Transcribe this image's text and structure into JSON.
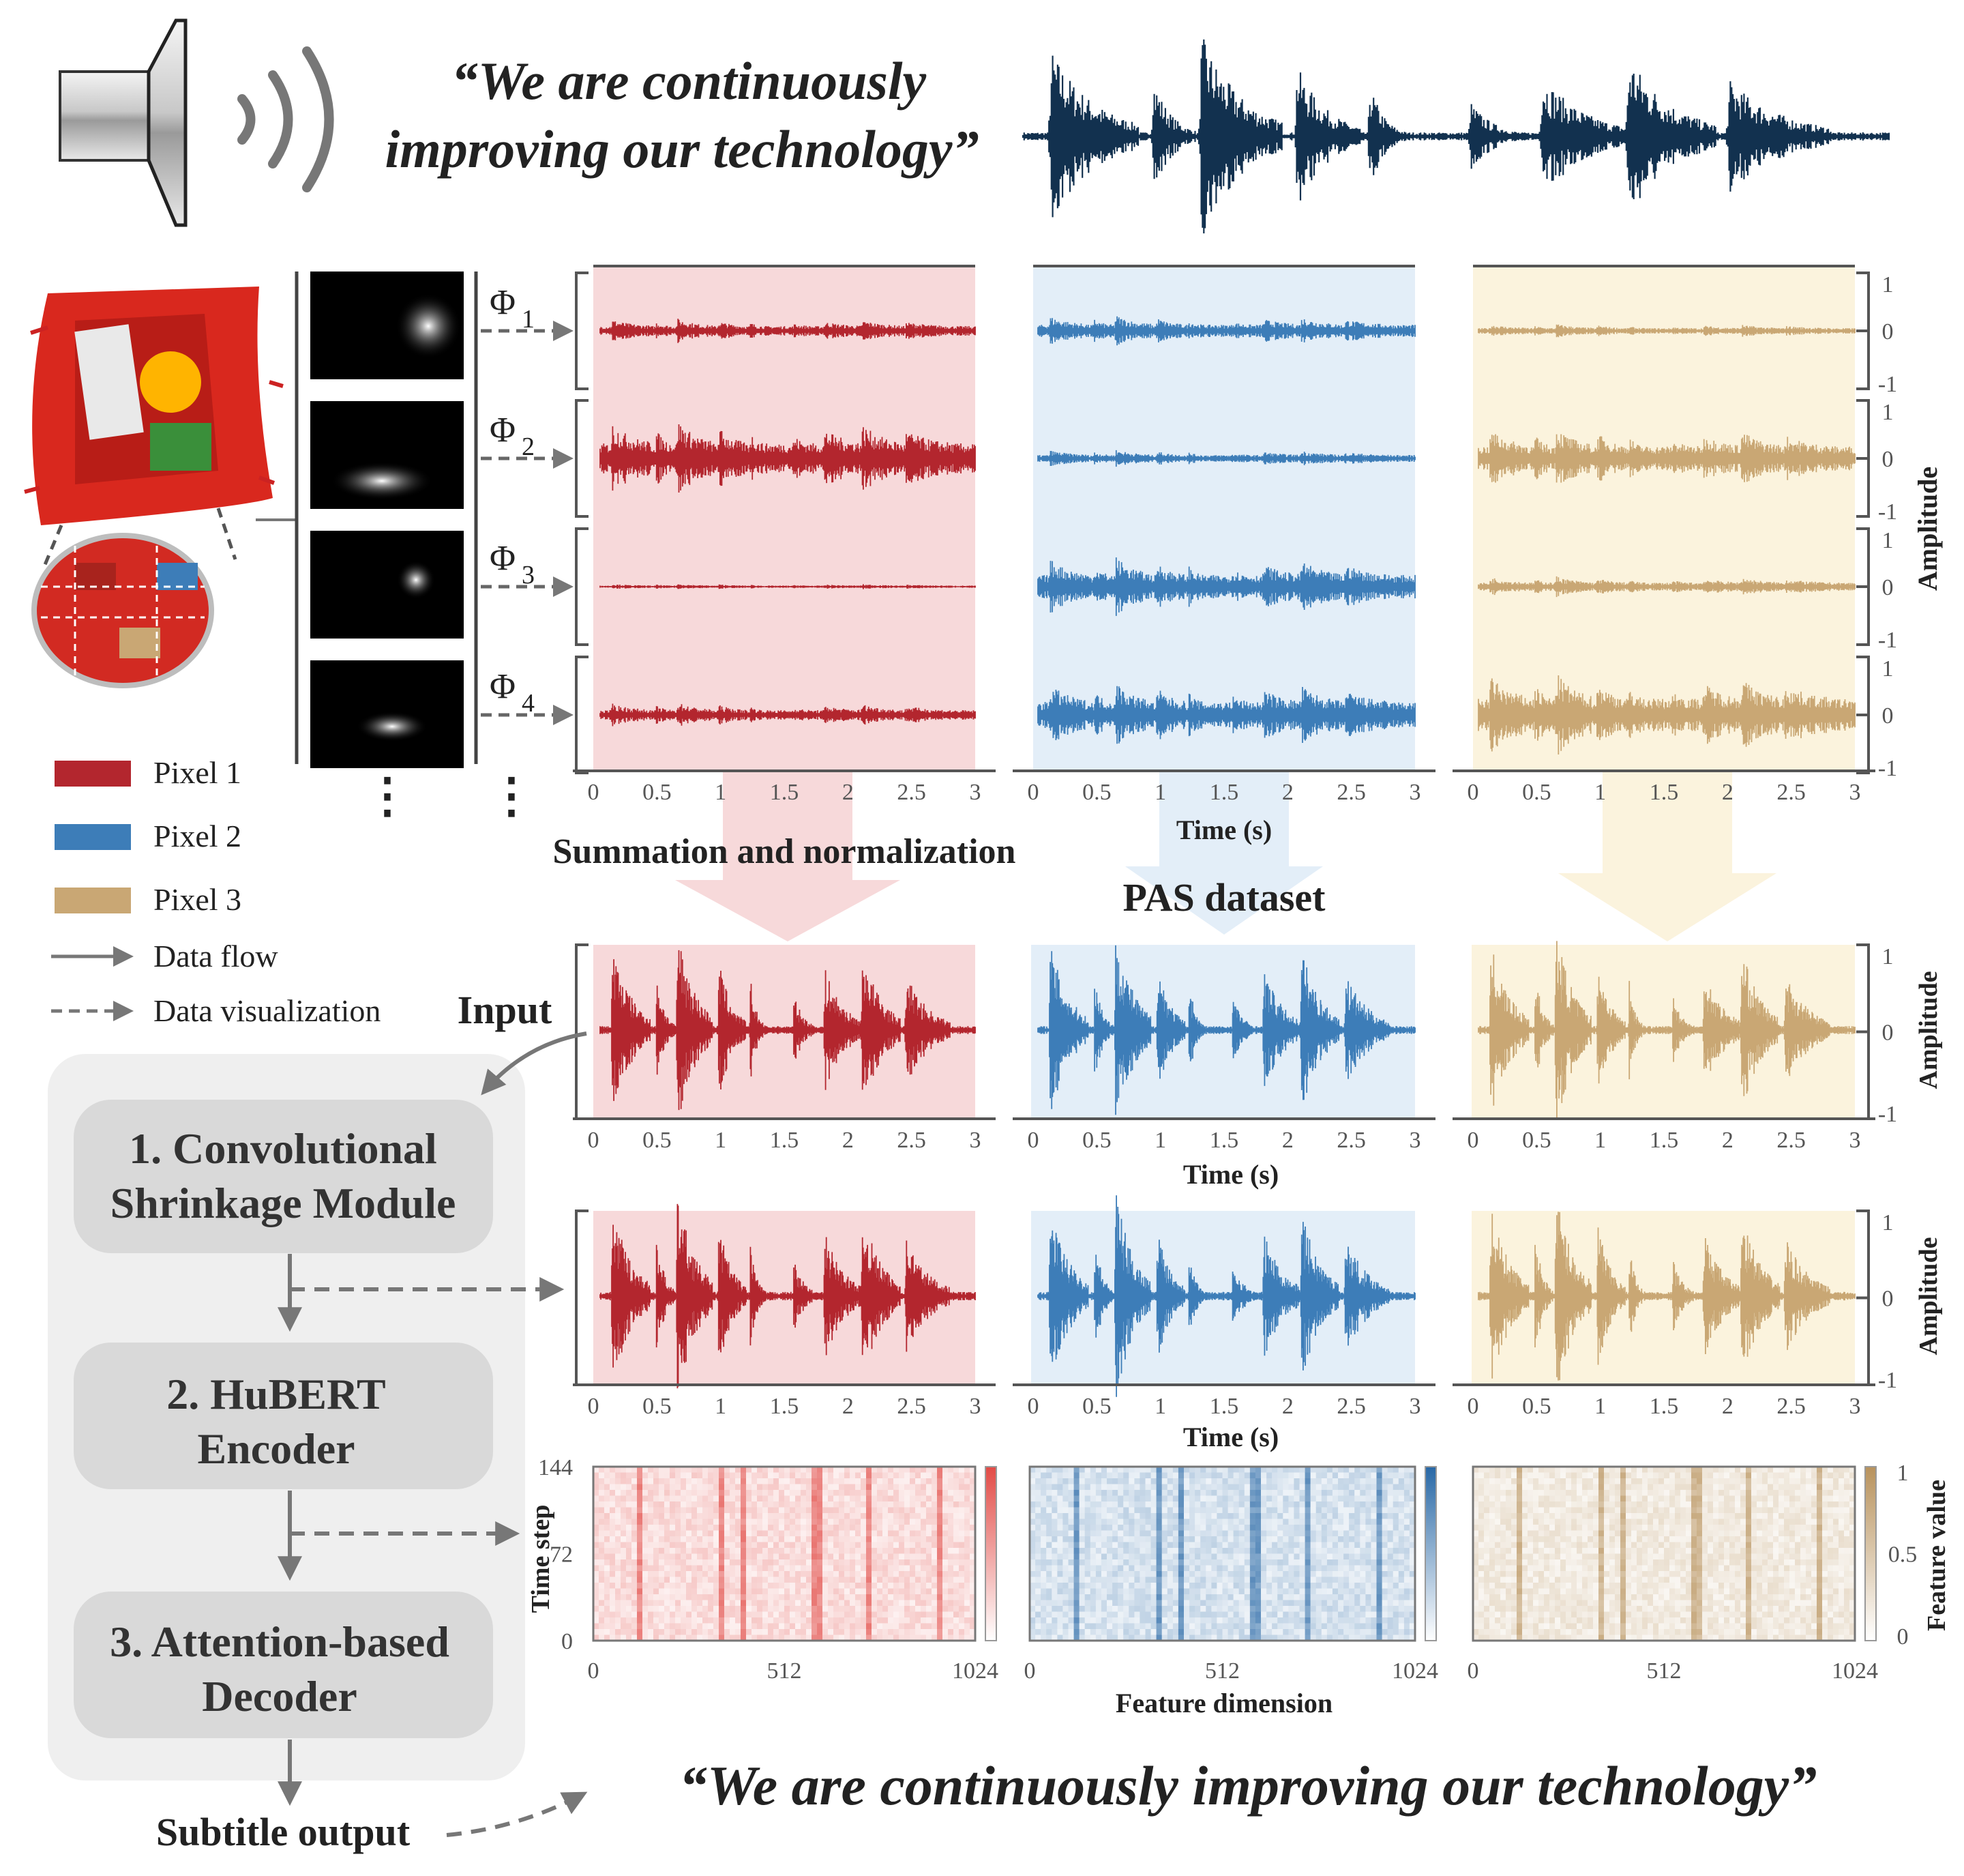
{
  "quote_top": [
    "“We are continuously",
    "improving our technology”"
  ],
  "quote_bottom": "“We are continuously improving our technology”",
  "phi_labels": [
    "Φ",
    "Φ",
    "Φ",
    "Φ"
  ],
  "phi_subscripts": [
    "1",
    "2",
    "3",
    "4"
  ],
  "legend": {
    "pixel1": "Pixel 1",
    "pixel2": "Pixel 2",
    "pixel3": "Pixel 3",
    "data_flow": "Data flow",
    "data_visualization": "Data visualization"
  },
  "labels": {
    "summation": "Summation and normalization",
    "pas_dataset": "PAS dataset",
    "input": "Input",
    "time_axis": "Time (s)",
    "amplitude": "Amplitude",
    "time_step": "Time step",
    "feature_dimension": "Feature dimension",
    "feature_value": "Feature value",
    "subtitle_output": "Subtitle output"
  },
  "modules": {
    "m1": [
      "1.  Convolutional",
      "Shrinkage  Module"
    ],
    "m2": [
      "2. HuBERT",
      "Encoder"
    ],
    "m3": [
      "3. Attention-based",
      "Decoder"
    ]
  },
  "time_ticks": [
    "0",
    "0.5",
    "1",
    "1.5",
    "2",
    "2.5",
    "3"
  ],
  "amplitude_ticks": [
    "1",
    "0",
    "-1"
  ],
  "heatmap_y_ticks": [
    "144",
    "72",
    "0"
  ],
  "heatmap_x_ticks": [
    "0",
    "512",
    "1024"
  ],
  "colorbar_ticks": [
    "1",
    "0.5",
    "0"
  ],
  "colors": {
    "pixel1": "#b3262e",
    "pixel2": "#3d7db8",
    "pixel3": "#c9a774",
    "pixel1_bg": "#f7d9da",
    "pixel2_bg": "#e3eef8",
    "pixel3_bg": "#fbf3dd",
    "speech": "#12314f",
    "module_panel": "#efefef",
    "module_box": "#d9d9d9"
  }
}
